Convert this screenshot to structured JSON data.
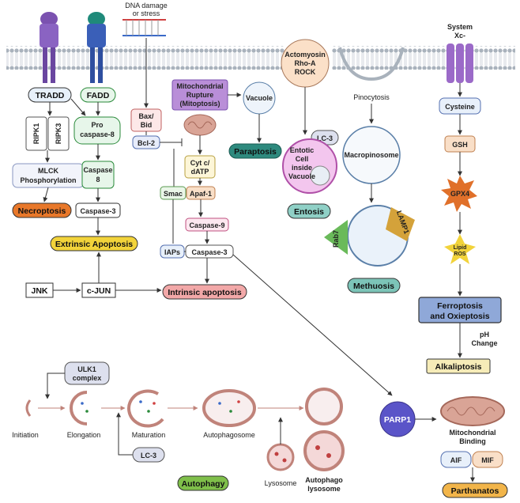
{
  "membrane": {
    "dna_damage": "DNA damage",
    "or_stress": "or stress",
    "system_xc_1": "System",
    "system_xc_2": "Xc-"
  },
  "nodes": {
    "tradd": "TRADD",
    "fadd": "FADD",
    "ripk1": "RIPK1",
    "ripk3": "RIPK3",
    "pro_caspase8_1": "Pro",
    "pro_caspase8_2": "caspase-8",
    "mlck_1": "MLCK",
    "mlck_2": "Phosphorylation",
    "caspase8_1": "Caspase",
    "caspase8_2": "8",
    "caspase3_ext": "Caspase-3",
    "bax_bid_1": "Bax/",
    "bax_bid_2": "Bid",
    "bcl2": "Bcl-2",
    "mito_rupture_1": "Mitochondrial",
    "mito_rupture_2": "Rupture",
    "mito_rupture_3": "(Mitoptosis)",
    "vacuole": "Vacuole",
    "cytc_1": "Cyt c/",
    "cytc_2": "dATP",
    "smac": "Smac",
    "apaf1": "Apaf-1",
    "caspase9": "Caspase-9",
    "iaps": "IAPs",
    "caspase3_int": "Caspase-3",
    "jnk": "JNK",
    "cjun": "c-JUN",
    "actomyosin_1": "Actomyosin",
    "actomyosin_2": "Rho-A",
    "actomyosin_3": "ROCK",
    "lc3_entosis": "LC-3",
    "entotic_1": "Entotic",
    "entotic_2": "Cell",
    "entotic_3": "inside",
    "entotic_4": "Vacuole",
    "pinocytosis": "Pinocytosis",
    "macropinosome": "Macropinosome",
    "rab7": "Rab7",
    "lamp1": "LAMP1",
    "cysteine": "Cysteine",
    "gsh": "GSH",
    "gpx4": "GPX4",
    "lipid_1": "Lipid",
    "lipid_2": "ROS",
    "ph_1": "pH",
    "ph_2": "Change",
    "ulk1_1": "ULK1",
    "ulk1_2": "complex",
    "lc3_auto": "LC-3",
    "parp1": "PARP1",
    "mito_binding_1": "Mitochondrial",
    "mito_binding_2": "Binding",
    "aif": "AIF",
    "mif": "MIF"
  },
  "outcomes": {
    "necroptosis": "Necroptosis",
    "extrinsic": "Extrinsic Apoptosis",
    "intrinsic": "Intrinsic apoptosis",
    "paraptosis": "Paraptosis",
    "entosis": "Entosis",
    "methuosis": "Methuosis",
    "ferroptosis_1": "Ferroptosis",
    "ferroptosis_2": "and Oxieptosis",
    "alkaliptosis": "Alkaliptosis",
    "autophagy": "Autophagy",
    "parthanatos": "Parthanatos"
  },
  "autophagy_stages": {
    "initiation": "Initiation",
    "elongation": "Elongation",
    "maturation": "Maturation",
    "autophagosome": "Autophagosome",
    "lysosome": "Lysosome",
    "autolysosome_1": "Autophago",
    "autolysosome_2": "lysosome"
  },
  "colors": {
    "necroptosis": "#e8782a",
    "extrinsic": "#f2d33a",
    "intrinsic": "#f2a8a8",
    "paraptosis": "#2e8a7e",
    "entosis": "#8fd0c6",
    "methuosis": "#7cc4b8",
    "ferroptosis": "#8fa8d8",
    "alkaliptosis": "#f6ecb8",
    "autophagy": "#7fbf4a",
    "parthanatos": "#f2b54a",
    "parp1": "#5a54c8",
    "receptor_purple": "#7b52b0",
    "receptor_teal": "#1f8a7a",
    "receptor_blue": "#3a5fb8",
    "membrane": "#9aa3ad",
    "mitochondrion": "#d9a496"
  }
}
